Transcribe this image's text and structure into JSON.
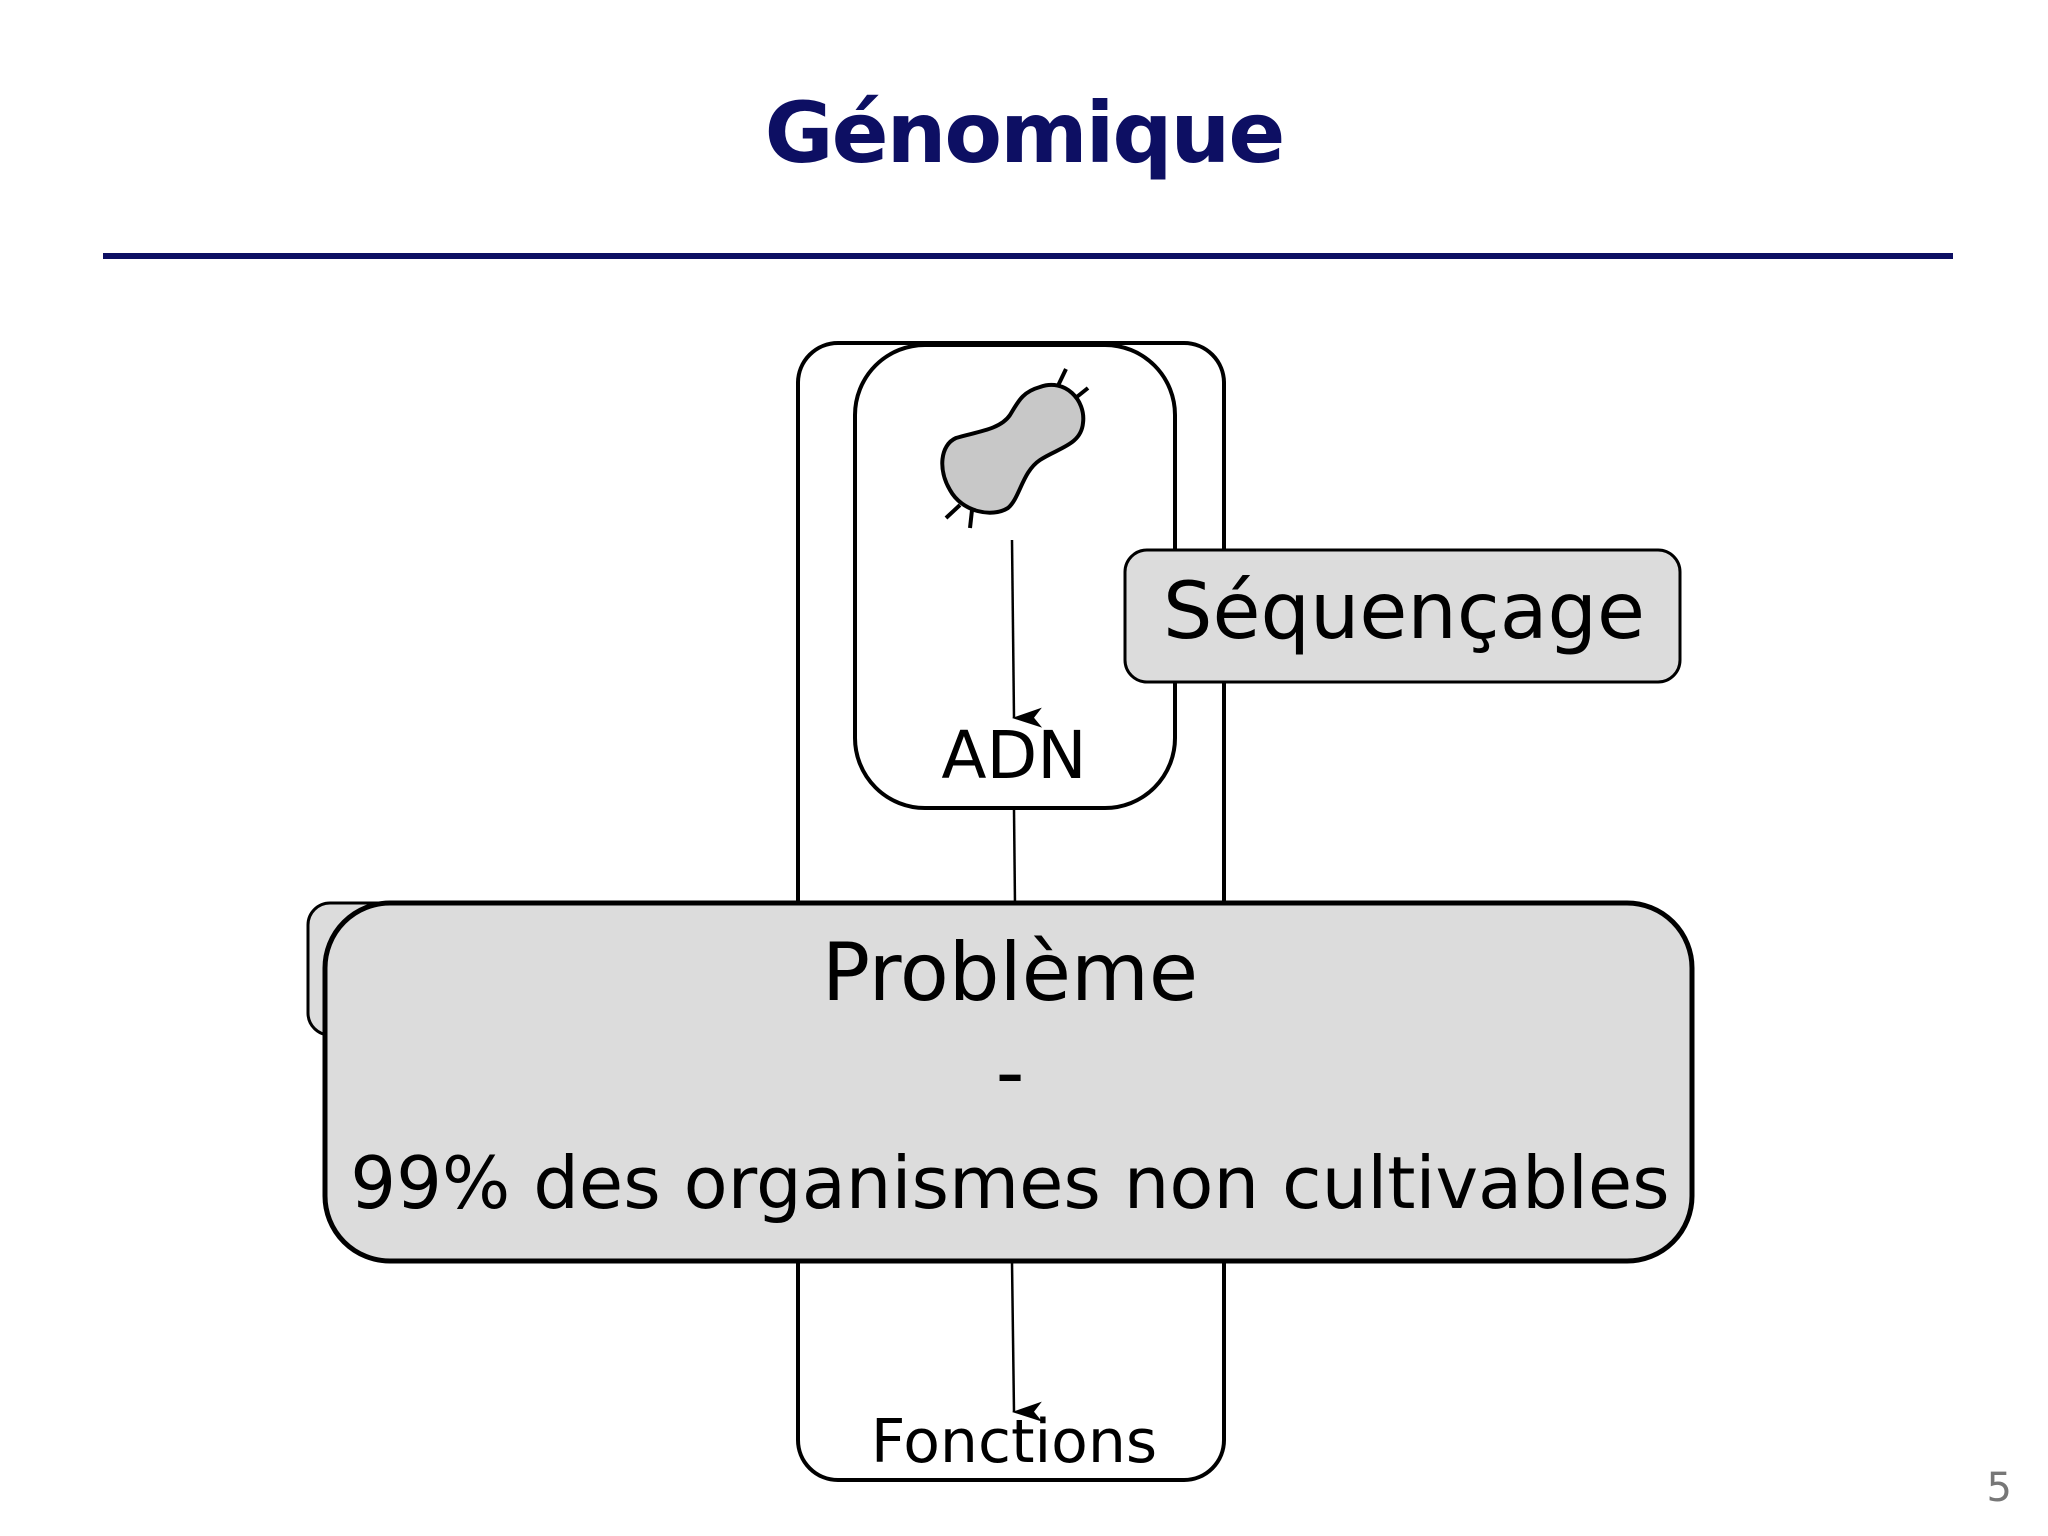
{
  "slide": {
    "title": "Génomique",
    "number": "5",
    "accent_color": "#0d0f63"
  },
  "diagram": {
    "organism_icon": "bacterium-icon",
    "dna_label": "ADN",
    "sequencing_label": "Séquençage",
    "functions_label": "Fonctions",
    "box_fill_color": "#dcdcdc",
    "problem_box": {
      "title": "Problème",
      "separator": "-",
      "statement": "99% des organismes non cultivables"
    }
  }
}
